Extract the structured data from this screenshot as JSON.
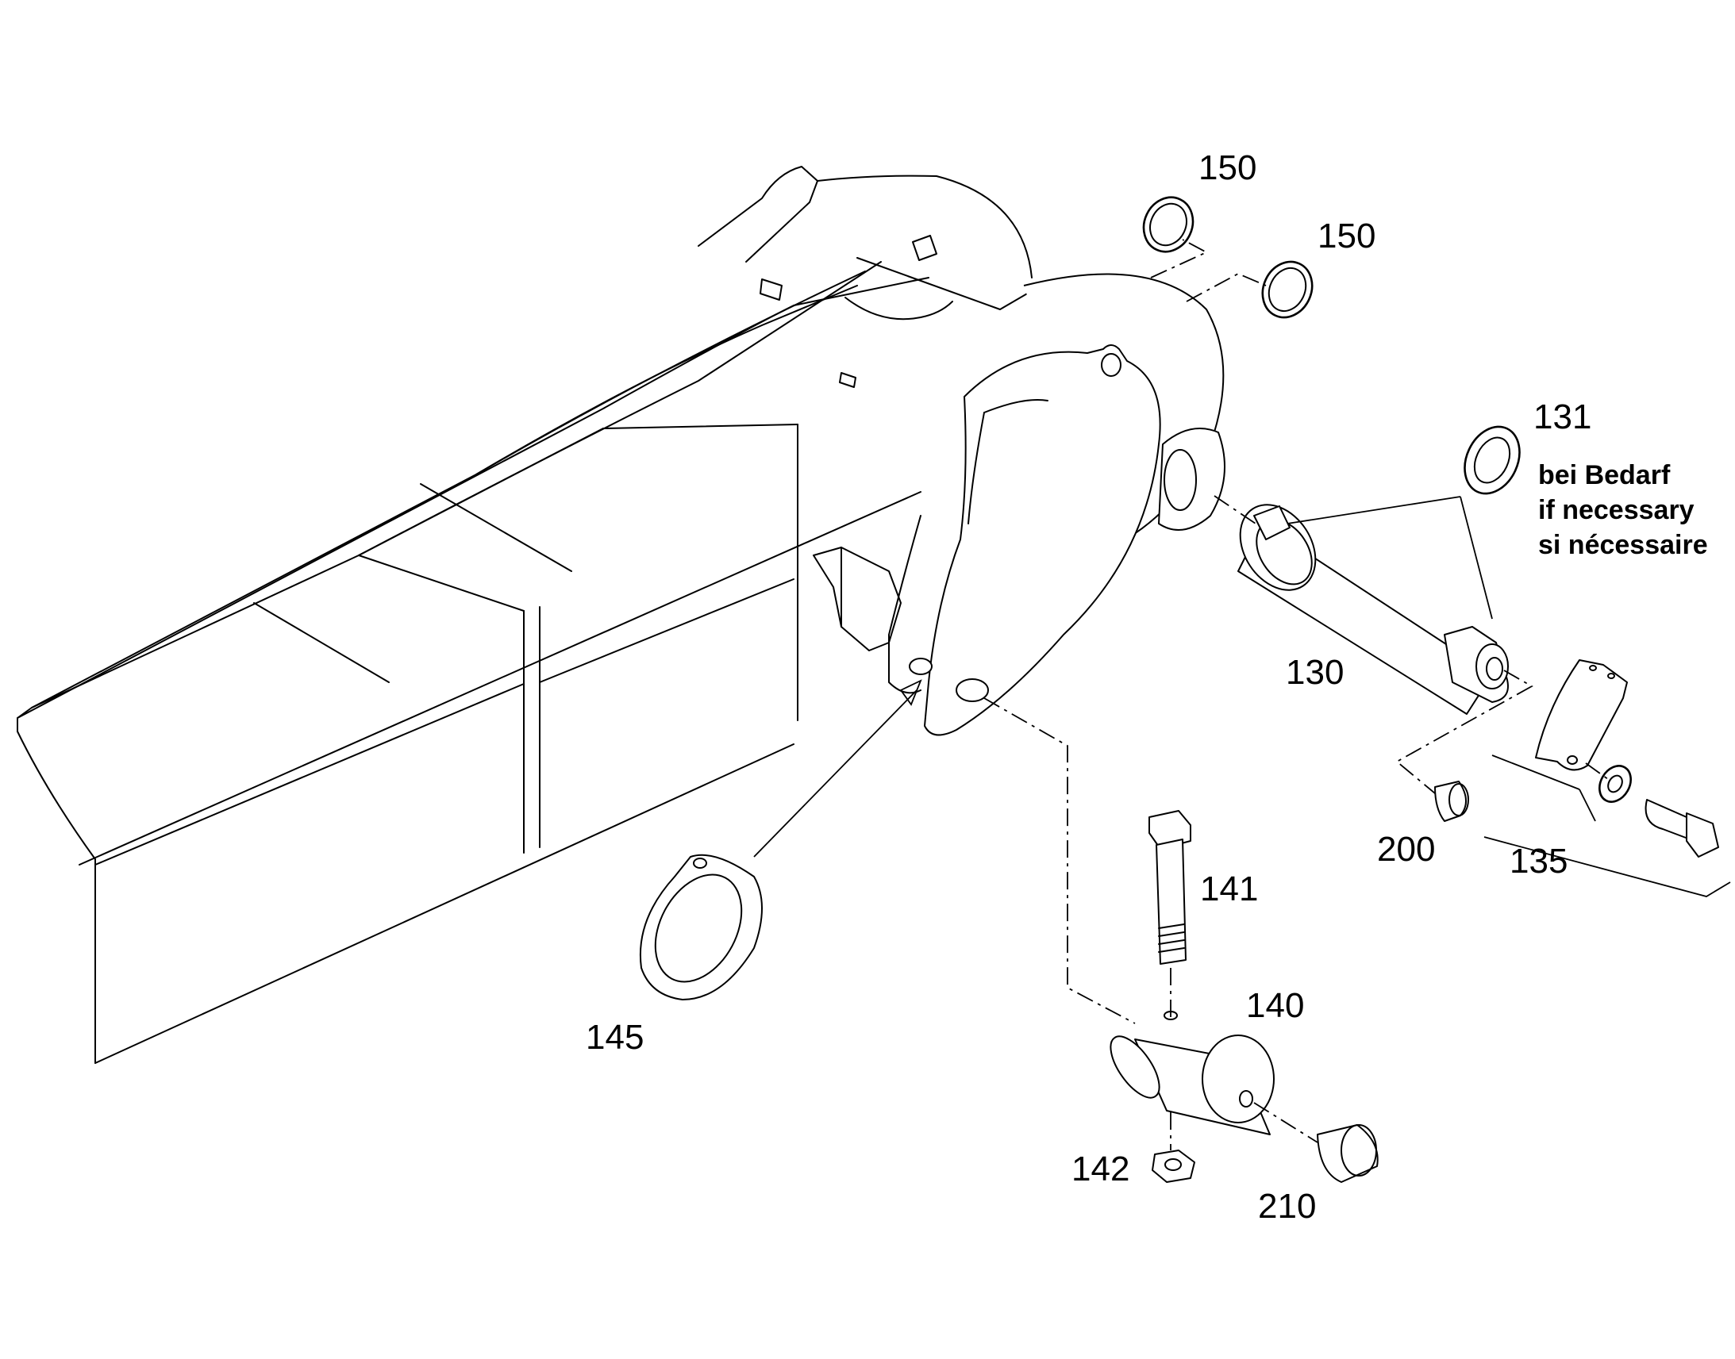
{
  "parts": [
    {
      "id": "p130",
      "number": "130"
    },
    {
      "id": "p131",
      "number": "131"
    },
    {
      "id": "p135",
      "number": "135"
    },
    {
      "id": "p140",
      "number": "140"
    },
    {
      "id": "p141",
      "number": "141"
    },
    {
      "id": "p142",
      "number": "142"
    },
    {
      "id": "p145",
      "number": "145"
    },
    {
      "id": "p150a",
      "number": "150"
    },
    {
      "id": "p150b",
      "number": "150"
    },
    {
      "id": "p200",
      "number": "200"
    },
    {
      "id": "p210",
      "number": "210"
    }
  ],
  "note": {
    "line_de": "bei Bedarf",
    "line_en": "if necessary",
    "line_fr": "si nécessaire"
  }
}
